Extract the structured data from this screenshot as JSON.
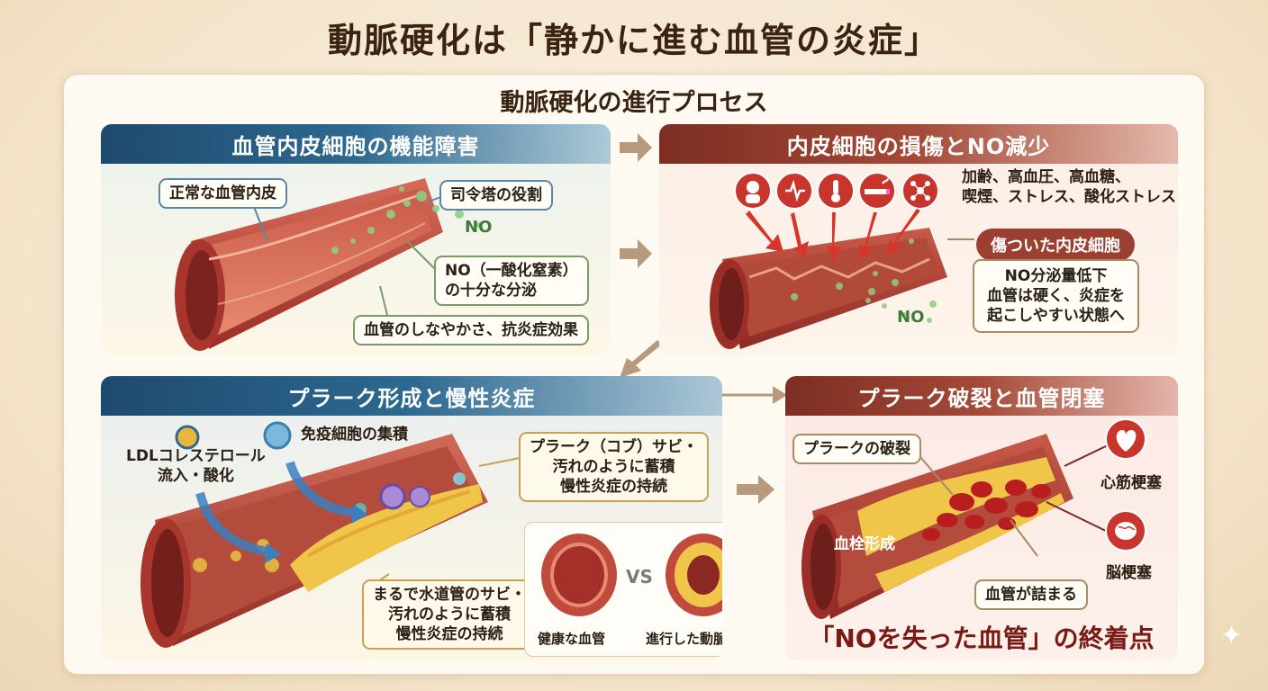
{
  "title": "動脈硬化は「静かに進む血管の炎症」",
  "subtitle": "動脈硬化の進行プロセス",
  "panel1": {
    "heading": "血管内皮細胞の機能障害",
    "callout_normal": "正常な血管内皮",
    "callout_role": "司令塔の役割",
    "no_label": "NO",
    "callout_no_line1": "NO（一酸化窒素）",
    "callout_no_line2": "の十分な分泌",
    "callout_effect": "血管のしなやかさ、抗炎症効果"
  },
  "panel2": {
    "heading": "内皮細胞の損傷とNO減少",
    "factors_line1": "加齢、高血圧、高血糖、",
    "factors_line2": "喫煙、ストレス、酸化ストレス",
    "tag_damaged": "傷ついた内皮細胞",
    "no_label": "NO",
    "box_line1": "NO分泌量低下",
    "box_line2": "血管は硬く、炎症を",
    "box_line3": "起こしやすい状態へ",
    "icons": [
      "aging-icon",
      "blood-pressure-icon",
      "thermometer-icon",
      "smoking-icon",
      "oxidative-molecule-icon"
    ]
  },
  "panel3": {
    "heading": "プラーク形成と慢性炎症",
    "ldl_line1": "LDLコレステロール",
    "ldl_line2": "流入・酸化",
    "immune": "免疫細胞の集積",
    "callout_top_line1": "プラーク（コブ）サビ・",
    "callout_top_line2": "汚れのように蓄積",
    "callout_top_line3": "慢性炎症の持続",
    "callout_bottom_line1": "まるで水道管のサビ・",
    "callout_bottom_line2": "汚れのように蓄積",
    "callout_bottom_line3": "慢性炎症の持続",
    "compare_vs": "VS",
    "compare_healthy": "健康な血管",
    "compare_advanced": "進行した動脈硬化"
  },
  "panel4": {
    "heading": "プラーク破裂と血管閉塞",
    "callout_rupture": "プラークの破裂",
    "label_thrombus": "血栓形成",
    "callout_blocked": "血管が詰まる",
    "label_mi": "心筋梗塞",
    "label_stroke": "脳梗塞"
  },
  "conclusion": "「NOを失った血管」の終着点",
  "colors": {
    "blue_header": "#2d6990",
    "red_header": "#a44a38",
    "vessel_red": "#b8423a",
    "plaque_yellow": "#f0c64a",
    "no_green": "#6fb36a"
  }
}
